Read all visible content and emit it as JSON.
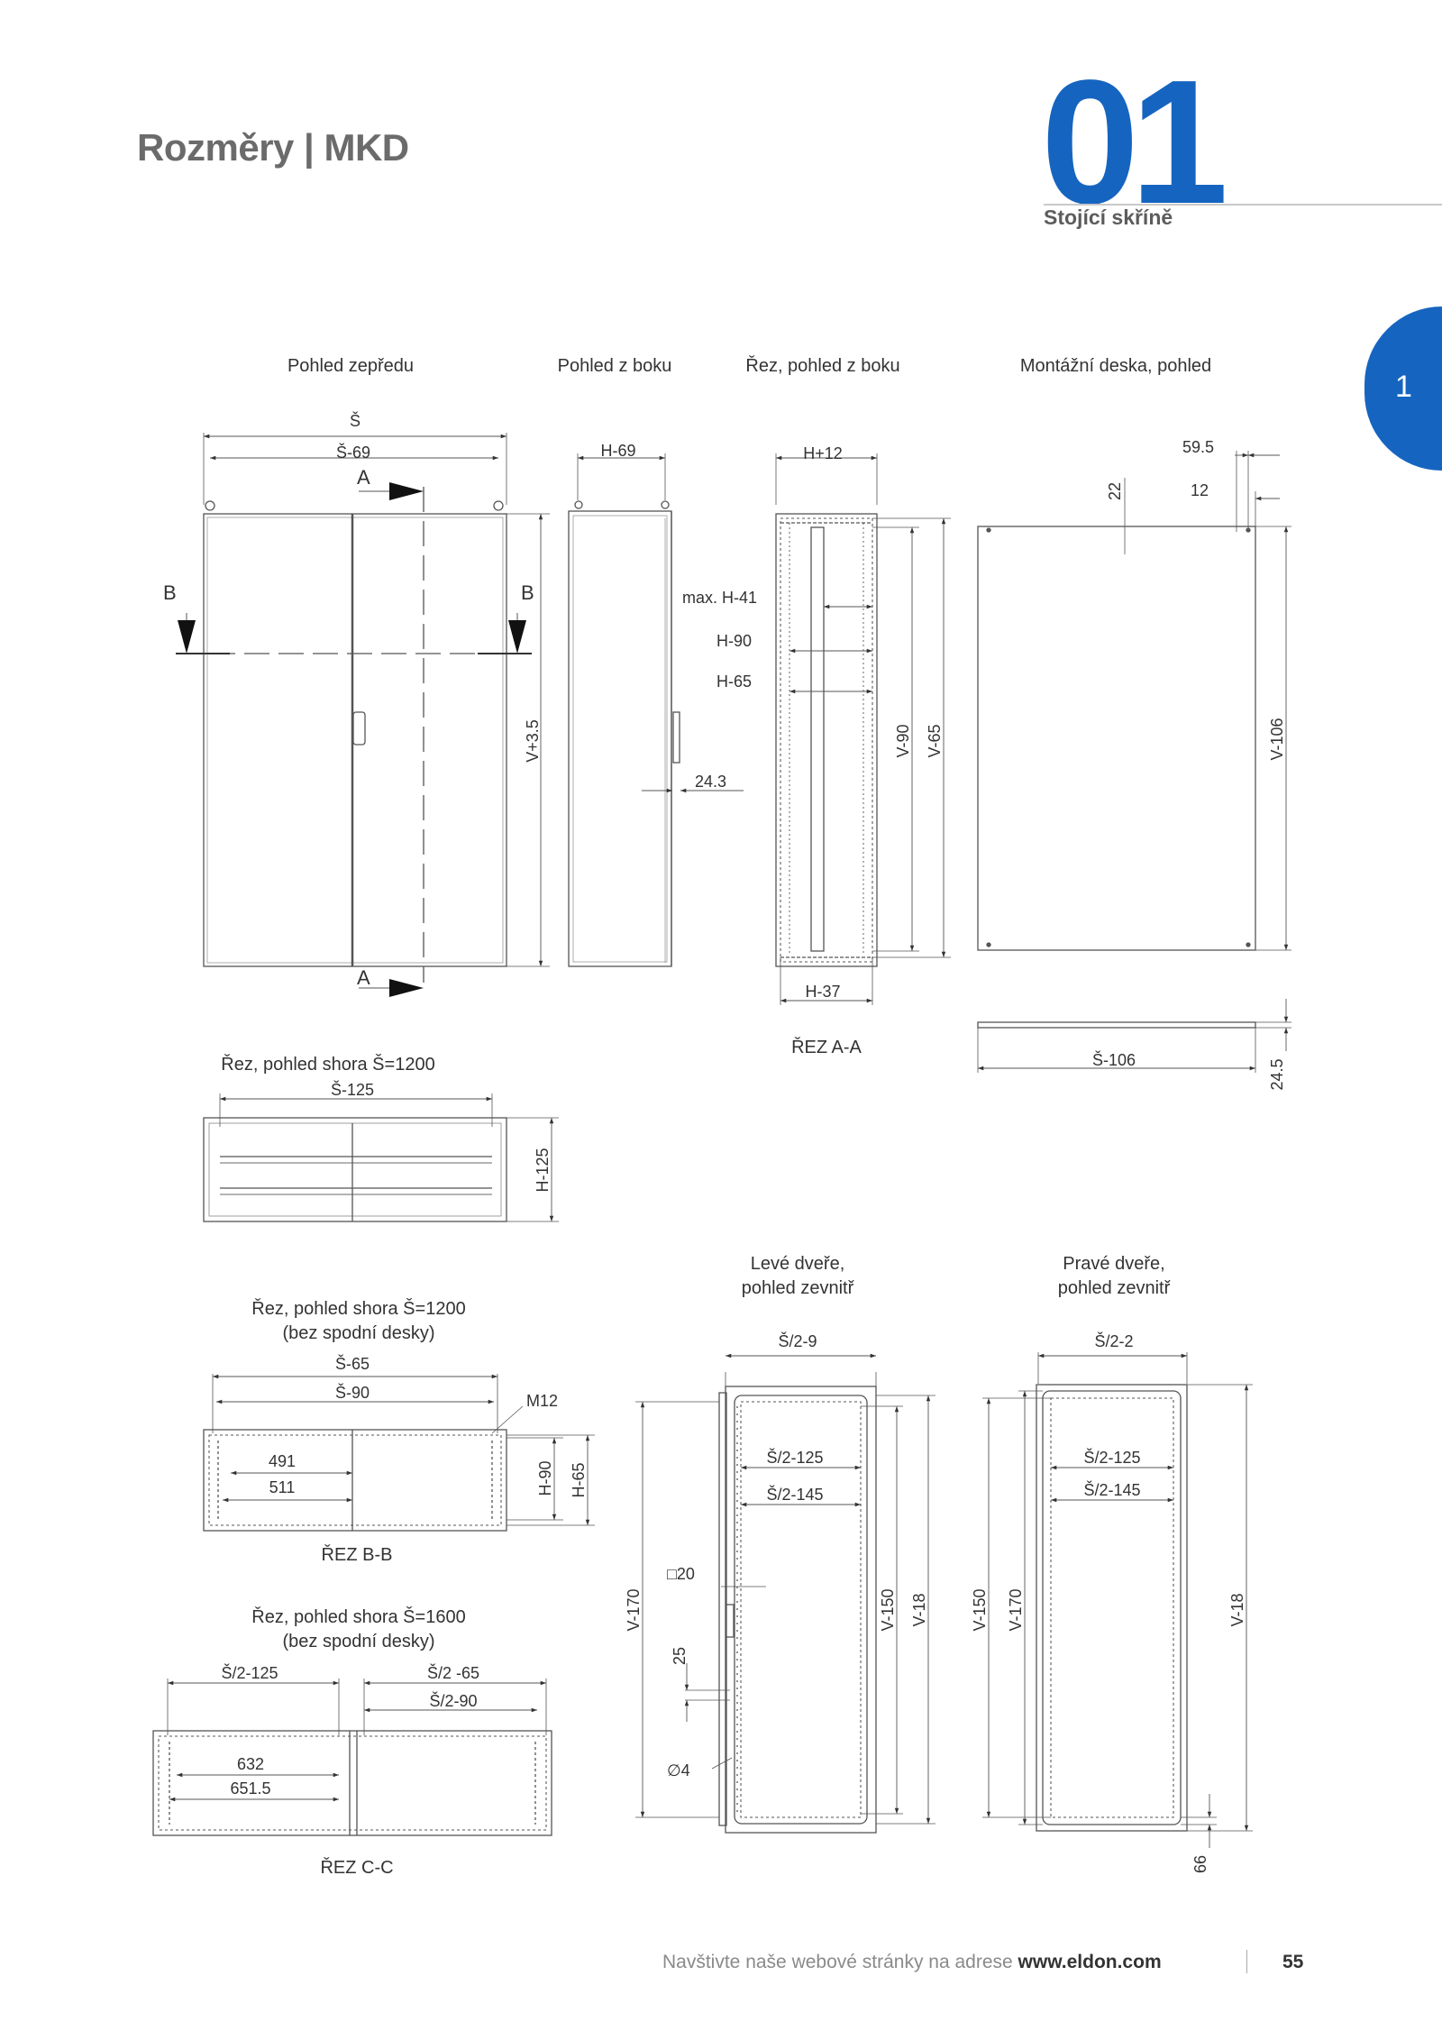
{
  "header": {
    "title": "Rozměry | MKD",
    "section_number": "01",
    "section_label": "Stojící skříně",
    "tab_number": "1"
  },
  "views": {
    "front": "Pohled zepředu",
    "side": "Pohled z boku",
    "section_side": "Řez, pohled z boku",
    "plate": "Montážní deska, pohled",
    "top1200": "Řez, pohled shora Š=1200",
    "top1200b_l1": "Řez, pohled shora Š=1200",
    "top1200b_l2": "(bez spodní desky)",
    "top1600_l1": "Řez, pohled shora Š=1600",
    "top1600_l2": "(bez spodní desky)",
    "left_door_l1": "Levé dveře,",
    "left_door_l2": "pohled zevnitř",
    "right_door_l1": "Pravé dveře,",
    "right_door_l2": "pohled zevnitř",
    "rez_aa": "ŘEZ A-A",
    "rez_bb": "ŘEZ B-B",
    "rez_cc": "ŘEZ C-C"
  },
  "dims": {
    "front": {
      "w": "Š",
      "w69": "Š-69",
      "a": "A",
      "b": "B",
      "v35": "V+3.5"
    },
    "side": {
      "h69": "H-69",
      "d243": "24.3"
    },
    "section": {
      "h12": "H+12",
      "h41": "max. H-41",
      "h90": "H-90",
      "h65": "H-65",
      "v90": "V-90",
      "v65": "V-65",
      "h37": "H-37"
    },
    "plate": {
      "d595": "59.5",
      "d12": "12",
      "d22": "22",
      "v106": "V-106",
      "s106": "Š-106",
      "d245": "24.5"
    },
    "top1200": {
      "s125": "Š-125",
      "h125": "H-125"
    },
    "top1200b": {
      "s65": "Š-65",
      "s90": "Š-90",
      "m12": "M12",
      "d491": "491",
      "d511": "511",
      "h90": "H-90",
      "h65": "H-65"
    },
    "top1600": {
      "s2125": "Š/2-125",
      "s265": "Š/2 -65",
      "s290": "Š/2-90",
      "d632": "632",
      "d6515": "651.5"
    },
    "left_door": {
      "s29": "Š/2-9",
      "s2125": "Š/2-125",
      "s2145": "Š/2-145",
      "sq20": "□20",
      "d25": "25",
      "dia4": "∅4",
      "v170": "V-170",
      "v150": "V-150",
      "v18": "V-18"
    },
    "right_door": {
      "s22": "Š/2-2",
      "s2125": "Š/2-125",
      "s2145": "Š/2-145",
      "v150": "V-150",
      "v170": "V-170",
      "v18": "V-18",
      "d66": "66"
    }
  },
  "footer": {
    "text": "Navštivte naše webové stránky na adrese ",
    "url": "www.eldon.com",
    "page": "55"
  }
}
